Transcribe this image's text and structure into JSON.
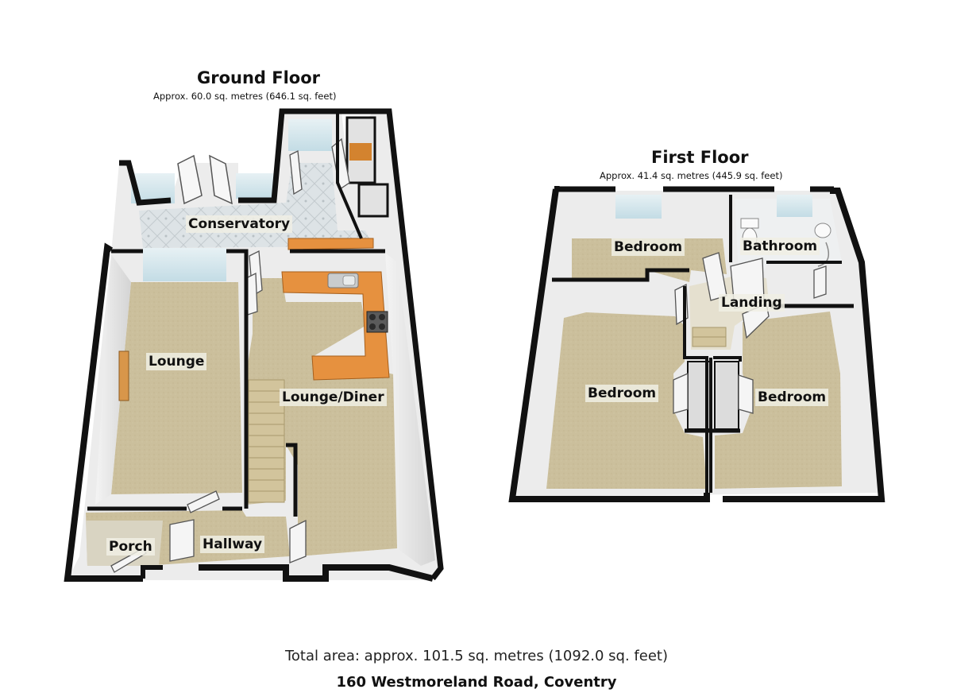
{
  "ground_floor": {
    "title": "Ground Floor",
    "area": "Approx. 60.0 sq. metres (646.1 sq. feet)",
    "rooms": {
      "conservatory": "Conservatory",
      "lounge": "Lounge",
      "lounge_diner": "Lounge/Diner",
      "porch": "Porch",
      "hallway": "Hallway"
    }
  },
  "first_floor": {
    "title": "First Floor",
    "area": "Approx. 41.4 sq. metres (445.9 sq. feet)",
    "rooms": {
      "bedroom_rear": "Bedroom",
      "bathroom": "Bathroom",
      "landing": "Landing",
      "bedroom_left": "Bedroom",
      "bedroom_right": "Bedroom"
    }
  },
  "footer": {
    "total_area": "Total area: approx. 101.5 sq. metres (1092.0 sq. feet)",
    "address": "160 Westmoreland Road, Coventry"
  },
  "colors": {
    "wall": "#111111",
    "carpet": "#c9bc98",
    "tile_floor": "#d9dfe3",
    "worktop": "#e08a3c",
    "window_glass": "#cfe3ea"
  }
}
